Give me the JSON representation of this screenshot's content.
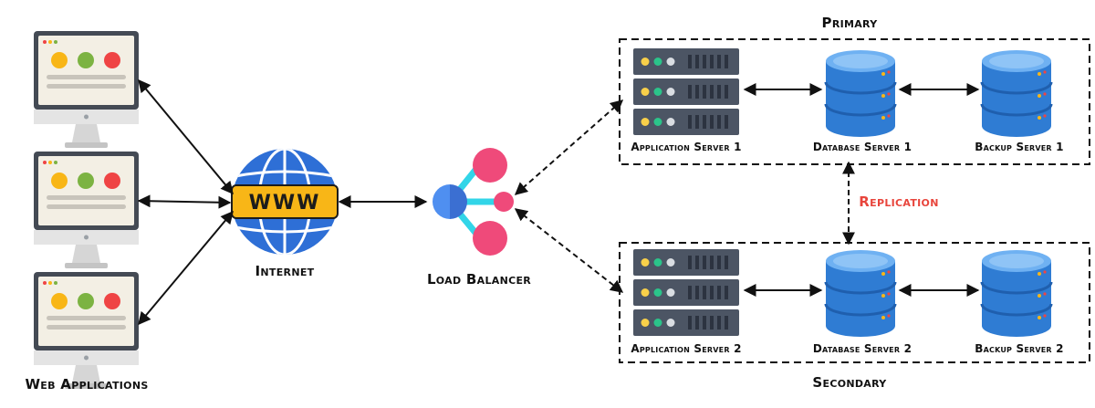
{
  "labels": {
    "primary": "Primary",
    "secondary": "Secondary",
    "replication": "Replication",
    "internet": "Internet",
    "load_balancer": "Load Balancer",
    "web_applications": "Web Applications",
    "app_server_1": "Application Server 1",
    "db_server_1": "Database Server 1",
    "backup_server_1": "Backup Server 1",
    "app_server_2": "Application Server 2",
    "db_server_2": "Database Server 2",
    "backup_server_2": "Backup Server 2",
    "www": "WWW"
  },
  "colors": {
    "replication_text": "#e8453c",
    "globe_blue": "#2e6fd6",
    "www_banner": "#f8b617",
    "db_blue": "#2f7cd3",
    "lb_pink": "#ef4a7a",
    "lb_cyan": "#32d5e8",
    "monitor_screen": "#f3efe4",
    "server_gray": "#4c5564"
  },
  "icons": {
    "monitor": "monitor-icon",
    "globe": "globe-www-icon",
    "load_balancer": "load-balancer-icon",
    "server": "server-rack-icon",
    "database": "database-icon"
  }
}
